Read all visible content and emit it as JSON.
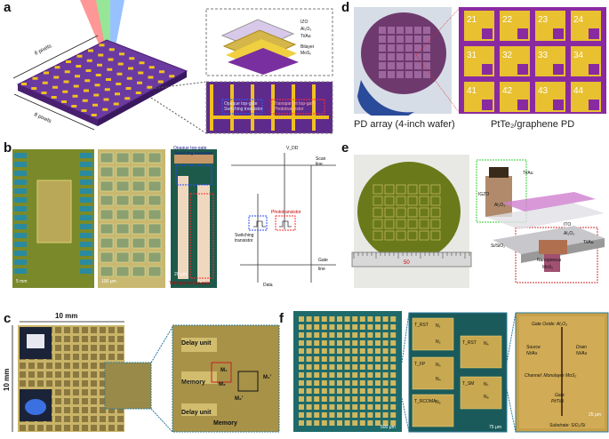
{
  "panels": {
    "a": {
      "label": "a",
      "dim_top": "8 pixels",
      "dim_bottom": "8 pixels",
      "stack_layers": [
        "IZO",
        "Al₂O₃",
        "Ti/Au",
        "Bilayer",
        "MoS₂"
      ],
      "zoom_left": "Opaque top-gate",
      "zoom_left2": "Switching transistor",
      "zoom_right": "Transparent top-gate",
      "zoom_right2": "Phototransistor"
    },
    "b": {
      "label": "b",
      "scale1": "5 mm",
      "scale2": "100 μm",
      "scale3": "20 μm",
      "opaque_label": "Opaque top-gate",
      "opaque_label2": "Switching transistor",
      "transparent_label": "Transparent top-gate",
      "transparent_label2": "Phototransistor",
      "vdd": "V_DD",
      "scan_line": "Scan",
      "scan_line2": "line",
      "phototransistor": "Phototransistor",
      "switching": "Switching",
      "switching2": "transistor",
      "gate_line": "Gate",
      "gate_line2": "line",
      "data": "Data"
    },
    "c": {
      "label": "c",
      "width": "10 mm",
      "height": "10 mm",
      "delay_unit": "Delay unit",
      "memory": "Memory",
      "m1": "M₁",
      "m2": "M₂",
      "m1p": "M₁'",
      "m2p": "M₂'"
    },
    "d": {
      "label": "d",
      "caption_left": "PD array (4-inch wafer)",
      "caption_right": "PtTe₂/graphene PD",
      "cells": [
        "21",
        "22",
        "23",
        "24",
        "31",
        "32",
        "33",
        "34",
        "41",
        "42",
        "43",
        "44"
      ]
    },
    "e": {
      "label": "e",
      "ruler_mark": "50",
      "layers": [
        "Ti/Au",
        "IGZO",
        "Al₂O₃",
        "ITO",
        "Al₂O₃",
        "Ti/Au",
        "Si/SiO₂"
      ],
      "nanoporous": "Nanoporous",
      "mos2": "MoS₂"
    },
    "f": {
      "label": "f",
      "scale1": "500 μm",
      "scale2": "75 μm",
      "scale3": "25 μm",
      "transistor_labels": [
        "T_RST",
        "T_FP",
        "T_RCOMA",
        "T_RST",
        "T_SM"
      ],
      "node_labels": [
        "N₁",
        "N₂",
        "N₃",
        "N₄",
        "N₅",
        "N₆",
        "N₇",
        "N₈"
      ],
      "gate_oxide": "Gate Oxide: Al₂O₃",
      "source": "Source",
      "source_metal": "Ni/Au",
      "drain": "Drain",
      "drain_metal": "Ni/Au",
      "channel": "Channel: Monolayer MoS₂",
      "gate": "Gate",
      "gate_metal": "Pt/TiN",
      "substrate": "Substrate: SiO₂/Si"
    }
  }
}
